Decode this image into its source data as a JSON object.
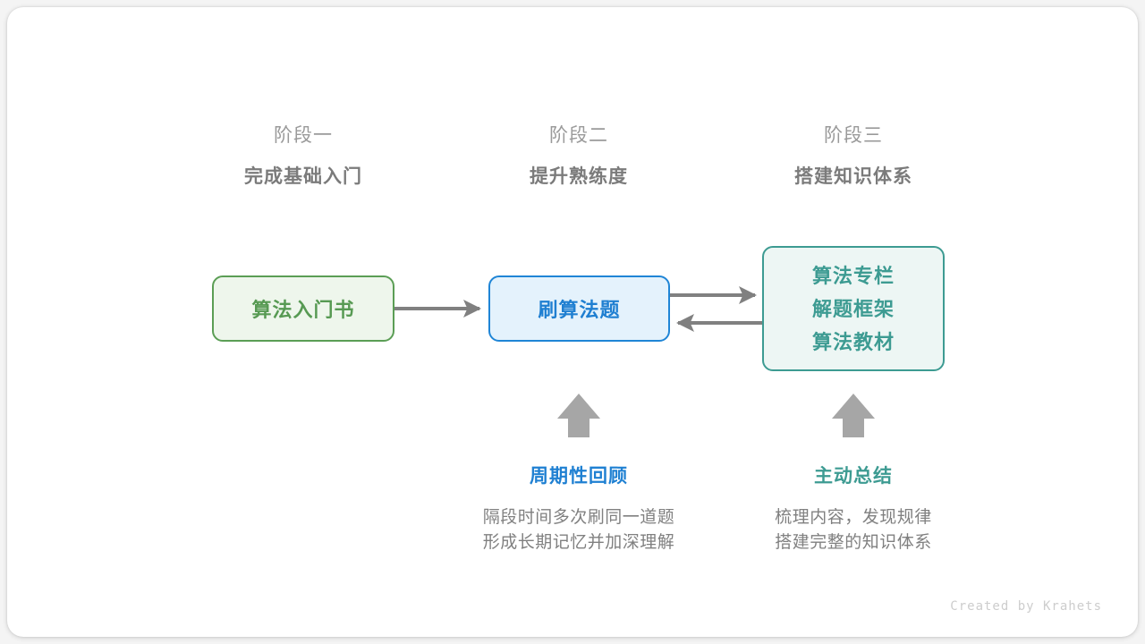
{
  "diagram": {
    "title_hidden": "",
    "stages": [
      {
        "index_label": "阶段一",
        "title": "完成基础入门"
      },
      {
        "index_label": "阶段二",
        "title": "提升熟练度"
      },
      {
        "index_label": "阶段三",
        "title": "搭建知识体系"
      }
    ],
    "nodes": [
      {
        "id": "book",
        "lines": [
          "算法入门书"
        ],
        "fill": "#eef6ec",
        "border": "#5b9e55",
        "text_color": "#579a53"
      },
      {
        "id": "practice",
        "lines": [
          "刷算法题"
        ],
        "fill": "#e4f2fc",
        "border": "#1f85d6",
        "text_color": "#1f7fd1"
      },
      {
        "id": "system",
        "lines": [
          "算法专栏",
          "解题框架",
          "算法教材"
        ],
        "fill": "#edf6f4",
        "border": "#3d9b92",
        "text_color": "#3d9b92"
      }
    ],
    "connectors": [
      {
        "from": "book",
        "to": "practice",
        "direction": "right",
        "color": "#808080"
      },
      {
        "from": "practice",
        "to": "system",
        "direction": "right",
        "color": "#808080"
      },
      {
        "from": "system",
        "to": "practice",
        "direction": "left",
        "color": "#808080"
      }
    ],
    "up_arrows": [
      {
        "target": "practice",
        "color": "#a6a6a6"
      },
      {
        "target": "system",
        "color": "#a6a6a6"
      }
    ],
    "annotations": [
      {
        "id": "review",
        "title": "周期性回顾",
        "title_color": "#1f80d2",
        "body_lines": [
          "隔段时间多次刷同一道题",
          "形成长期记忆并加深理解"
        ]
      },
      {
        "id": "summary",
        "title": "主动总结",
        "title_color": "#3d9b92",
        "body_lines": [
          "梳理内容，发现规律",
          "搭建完整的知识体系"
        ]
      }
    ],
    "watermark": "Created by Krahets"
  }
}
